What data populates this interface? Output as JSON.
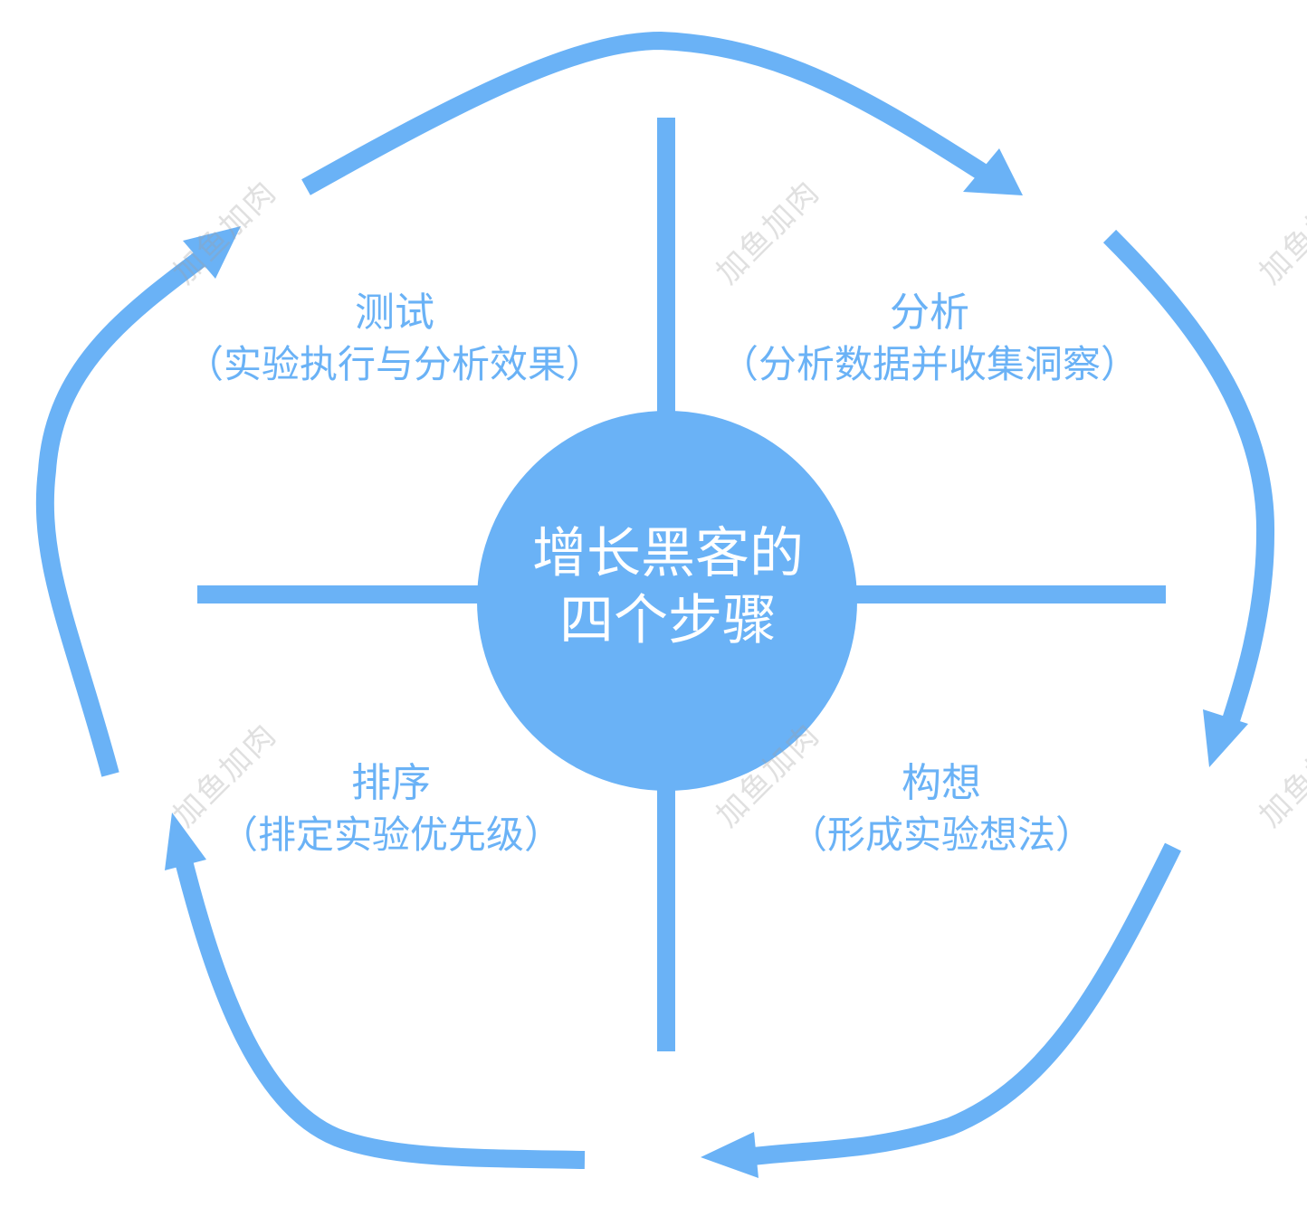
{
  "center": {
    "line1": "增长黑客的",
    "line2": "四个步骤"
  },
  "steps": [
    {
      "id": "test",
      "title": "测试",
      "detail": "（实验执行与分析效果）"
    },
    {
      "id": "analyze",
      "title": "分析",
      "detail": "（分析数据并收集洞察）"
    },
    {
      "id": "prioritize",
      "title": "排序",
      "detail": "（排定实验优先级）"
    },
    {
      "id": "ideate",
      "title": "构想",
      "detail": "（形成实验想法）"
    }
  ],
  "watermark": "加鱼加肉",
  "colors": {
    "accent": "#6ab2f6",
    "center_text": "#ffffff",
    "background": "#ffffff"
  },
  "icons": [
    "cycle-arrow",
    "quadrant-divider",
    "center-circle"
  ]
}
